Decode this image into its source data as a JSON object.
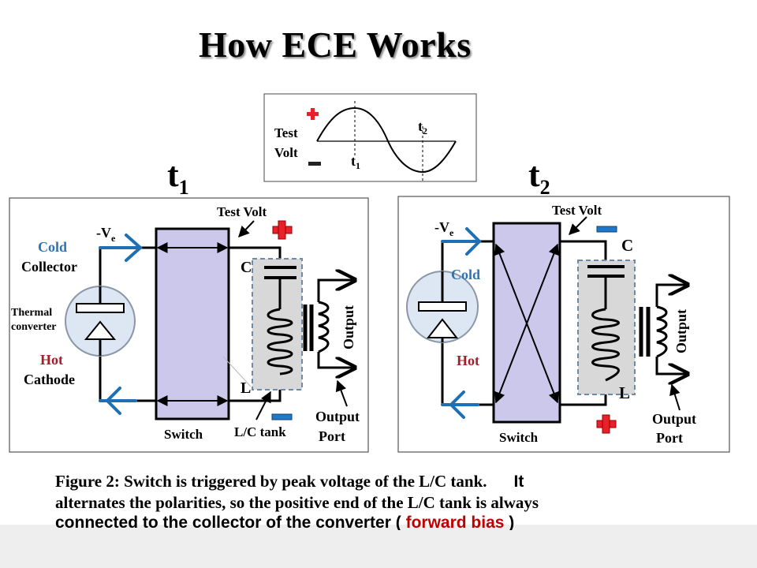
{
  "title": "How ECE Works",
  "waveform": {
    "test_label": "Test",
    "volt_label": "Volt",
    "t1_label": "t",
    "t1_sub": "1",
    "t2_label": "t",
    "t2_sub": "2"
  },
  "time_labels": {
    "t1": "t",
    "t1_sub": "1",
    "t2": "t",
    "t2_sub": "2"
  },
  "left_panel": {
    "test_volt": "Test Volt",
    "ve": "-V",
    "ve_sub": "e",
    "cold": "Cold",
    "collector": "Collector",
    "thermal": "Thermal",
    "converter": "converter",
    "hot": "Hot",
    "cathode": "Cathode",
    "c_label": "C",
    "l_label": "L",
    "output": "Output",
    "output_port_1": "Output",
    "output_port_2": "Port",
    "lc_tank": "L/C tank",
    "switch": "Switch"
  },
  "right_panel": {
    "test_volt": "Test Volt",
    "ve": "-V",
    "ve_sub": "e",
    "cold": "Cold",
    "hot": "Hot",
    "c_label": "C",
    "l_label": "L",
    "output": "Output",
    "output_port_1": "Output",
    "output_port_2": "Port",
    "switch": "Switch"
  },
  "caption": {
    "line1a": "Figure 2: Switch is triggered by peak voltage of the L/C tank.",
    "line1b": "It",
    "line2": "alternates the polarities, so the positive end of the L/C tank is always",
    "line3a": "connected to the collector of the converter (",
    "line3b": "forward bias",
    "line3c": ")"
  },
  "colors": {
    "switch_fill": "#ccc8ec",
    "tank_fill": "#d8d8d8",
    "converter_fill": "#dde7f3",
    "arrow_blue": "#1f6fb4",
    "label_blue": "#2e74b5",
    "label_red": "#a0202b",
    "plus_red": "#e8202a",
    "minus_blue": "#2078c8"
  }
}
